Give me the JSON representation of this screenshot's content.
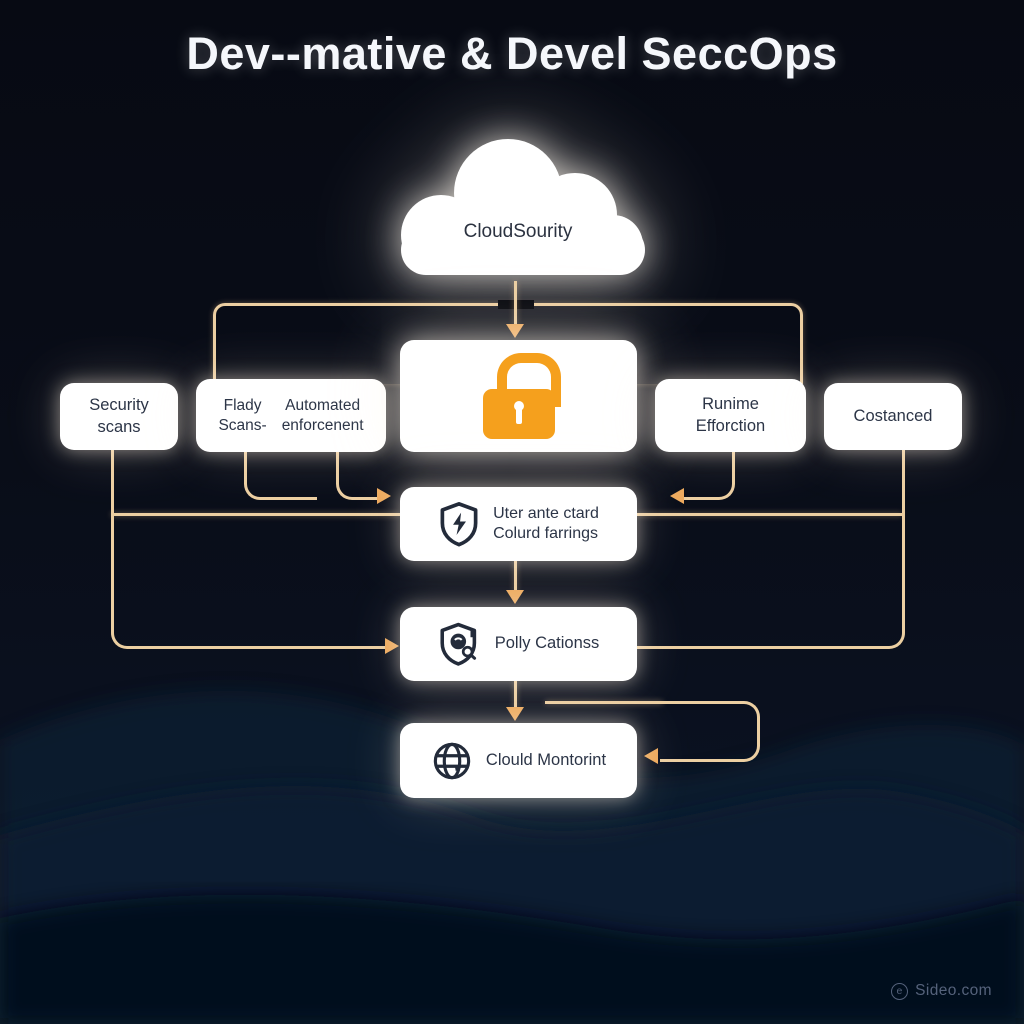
{
  "title": "Dev--mative & Devel SeccOps",
  "cloud": {
    "icon": "cloud-icon",
    "label": "CloudSourity"
  },
  "nodes": {
    "security": {
      "line1": "Security",
      "line2": "scans"
    },
    "flady": {
      "col1": {
        "line1": "Flady",
        "line2": "Scans-"
      },
      "col2": {
        "line1": "Automated",
        "line2": "enforcenent"
      }
    },
    "lock": {
      "icon": "padlock-icon"
    },
    "runtime": {
      "line1": "Runime",
      "line2": "Efforction"
    },
    "costanced": {
      "label": "Costanced"
    },
    "uter": {
      "icon": "shield-bolt-icon",
      "line1": "Uter ante ctard",
      "line2": "Colurd farrings"
    },
    "polly": {
      "icon": "shield-scan-icon",
      "label": "Polly Cationss"
    },
    "monitoring": {
      "icon": "globe-icon",
      "label": "Clould Montorint"
    }
  },
  "watermark": {
    "icon": "circle-e-icon",
    "icon_glyph": "e",
    "text": "Sideo.com"
  },
  "colors": {
    "background": "#070a13",
    "connector_line": "#eccfa2",
    "arrowhead": "#edaa5e",
    "lock_orange": "#f5a01d",
    "node_background": "#ffffff",
    "node_text": "#2c3547",
    "title_text": "#f5f7fb",
    "watermark_text": "#55627b"
  }
}
